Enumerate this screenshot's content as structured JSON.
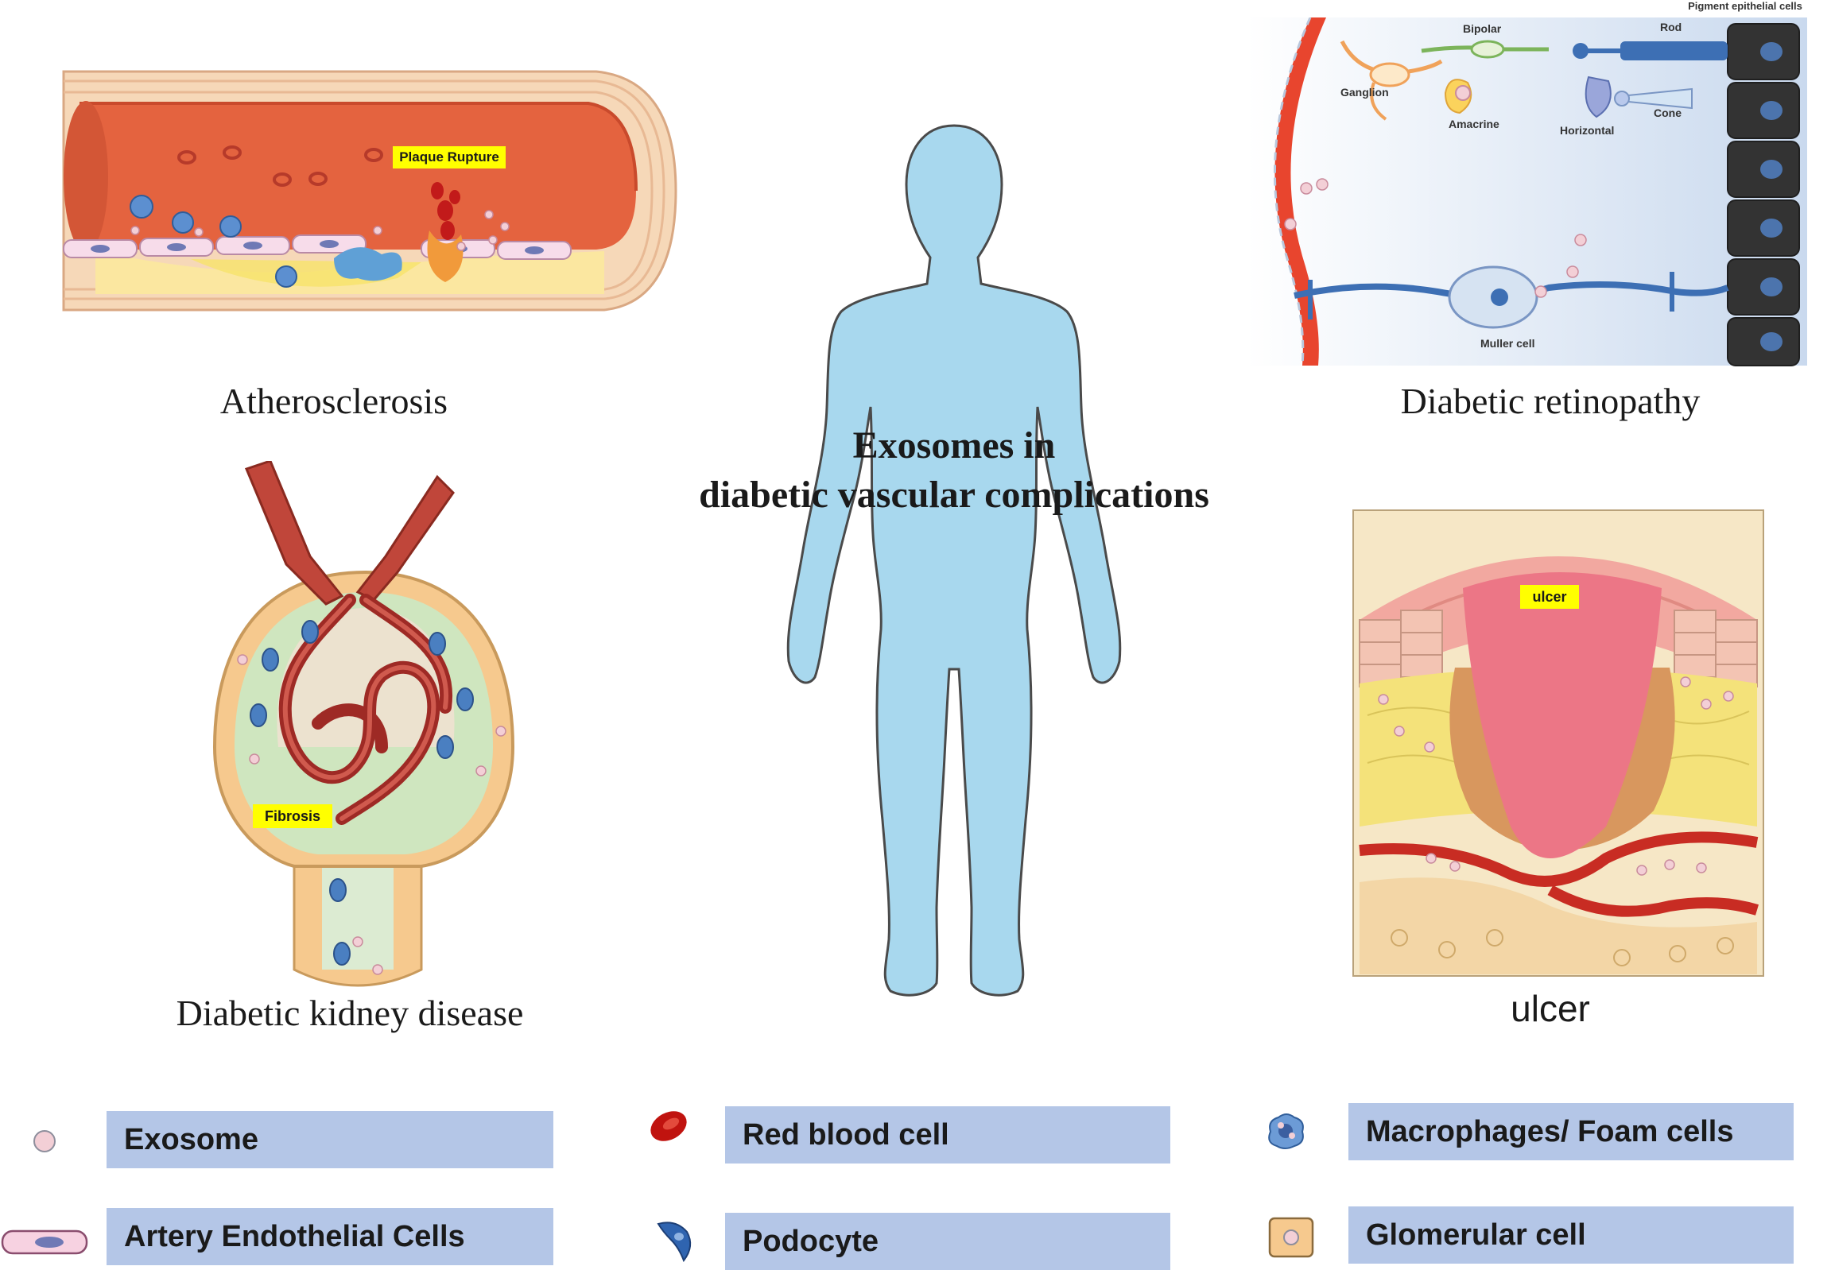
{
  "center_title": {
    "line1": "Exosomes in",
    "line2": "diabetic vascular complications"
  },
  "panels": {
    "atherosclerosis": {
      "caption": "Atherosclerosis",
      "label": "Plaque Rupture"
    },
    "retinopathy": {
      "caption": "Diabetic retinopathy",
      "cells": {
        "pigment": "Pigment epithelial cells",
        "bipolar": "Bipolar",
        "rod": "Rod",
        "ganglion": "Ganglion",
        "amacrine": "Amacrine",
        "horizontal": "Horizontal",
        "cone": "Cone",
        "muller": "Muller cell"
      }
    },
    "kidney": {
      "caption": "Diabetic kidney disease",
      "label": "Fibrosis"
    },
    "ulcer": {
      "caption": "ulcer",
      "label": "ulcer"
    }
  },
  "legend": [
    {
      "label": "Exosome",
      "icon": "exosome-icon"
    },
    {
      "label": "Red blood cell",
      "icon": "red-blood-cell-icon"
    },
    {
      "label": "Macrophages/ Foam cells",
      "icon": "macrophage-icon"
    },
    {
      "label": "Artery Endothelial Cells",
      "icon": "endothelial-cell-icon"
    },
    {
      "label": "Podocyte",
      "icon": "podocyte-icon"
    },
    {
      "label": "Glomerular cell",
      "icon": "glomerular-cell-icon"
    }
  ],
  "colors": {
    "legend_box": "#b4c6e7",
    "label_highlight": "#ffff00",
    "body_figure": "#a8d8ee",
    "vessel_red": "#e8452e",
    "exosome": "#f3cfd6"
  }
}
